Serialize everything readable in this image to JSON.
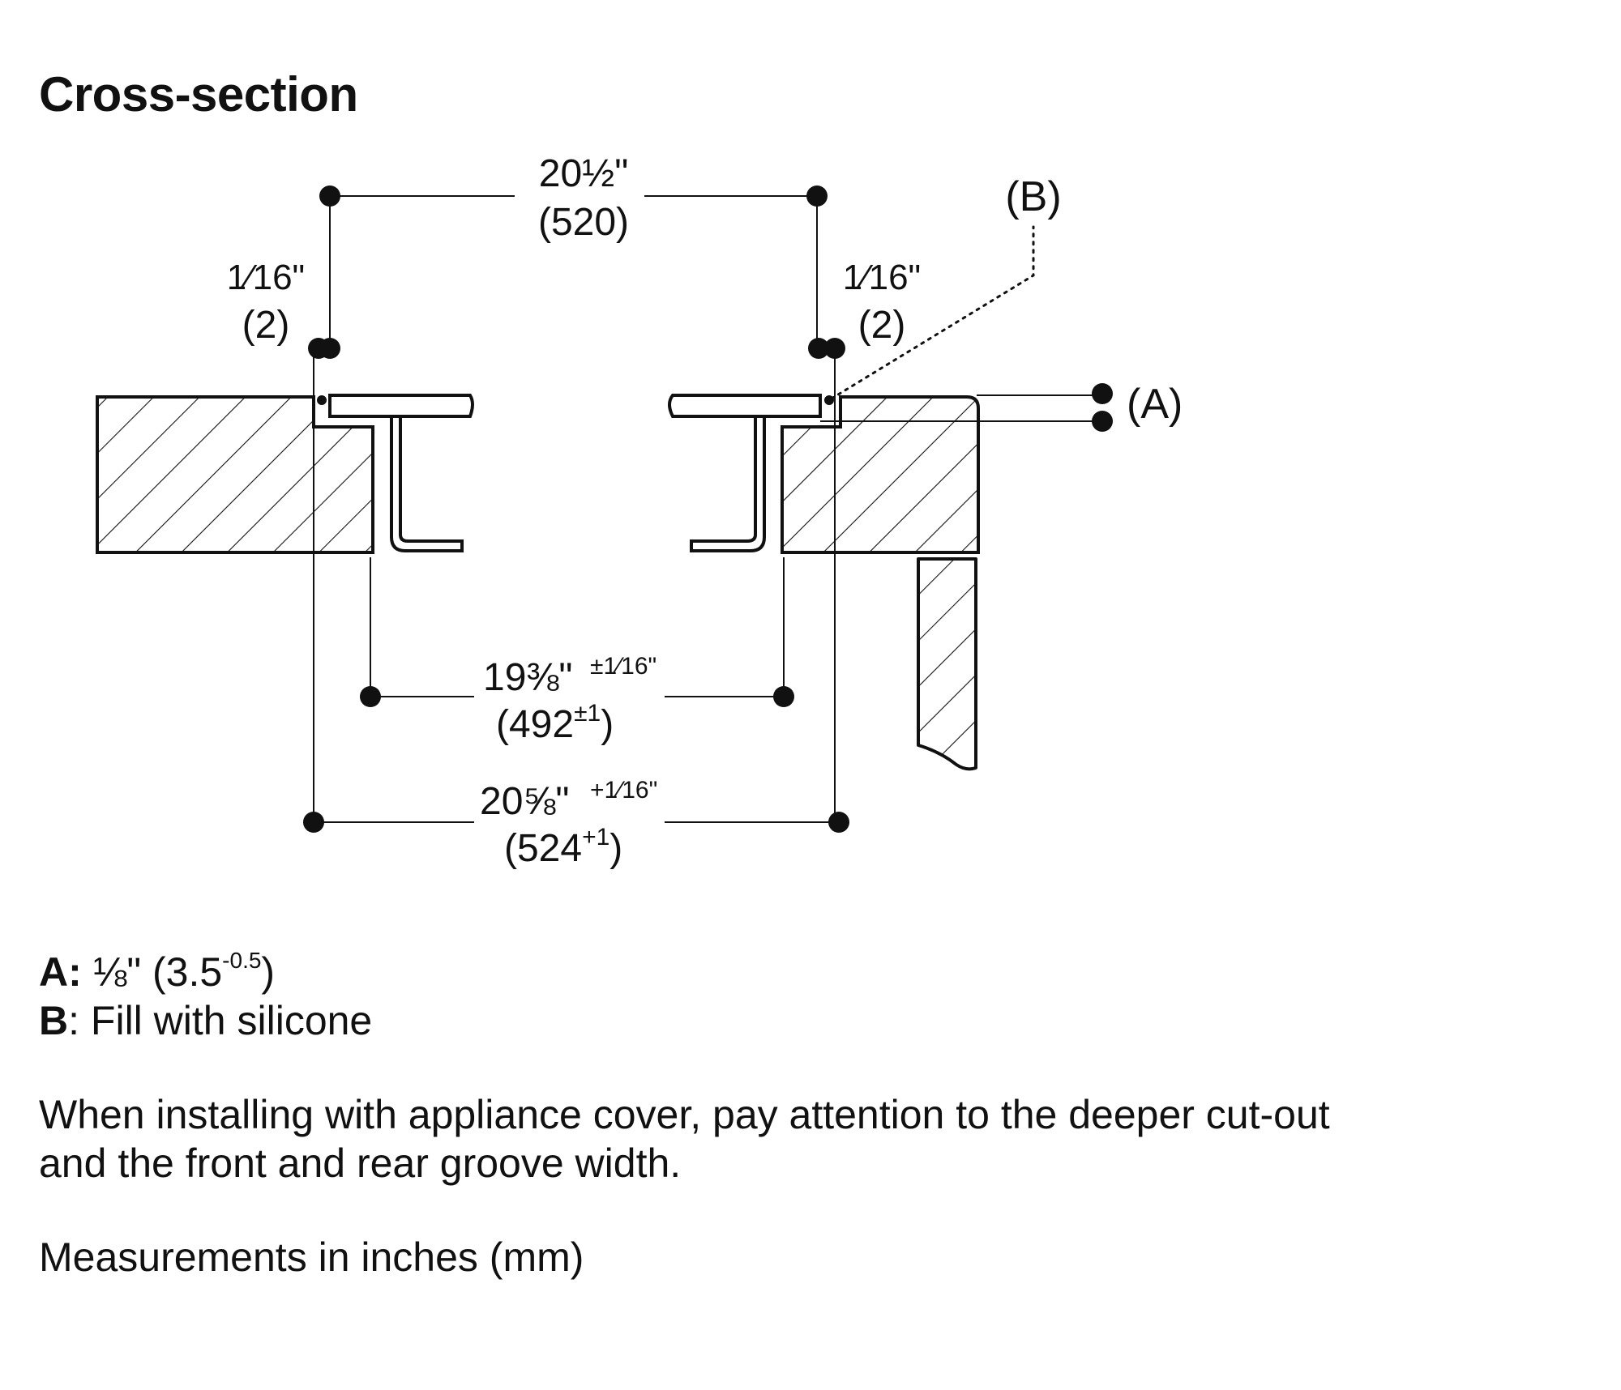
{
  "title": "Cross-section",
  "dimensions": {
    "top_width": {
      "value": "20½\"",
      "mm": "(520)"
    },
    "left_gap": {
      "value": "1⁄16\"",
      "mm": "(2)"
    },
    "right_gap": {
      "value": "1⁄16\"",
      "mm": "(2)"
    },
    "inner_width": {
      "value": "19⅜\"",
      "tolerance": "±1⁄16\"",
      "mm_open": "(492",
      "mm_tol": "±1",
      "mm_close": ")"
    },
    "cutout_width": {
      "value": "20⅝\"",
      "tolerance": "+1⁄16\"",
      "mm_open": "(524",
      "mm_tol": "+1",
      "mm_close": ")"
    }
  },
  "callouts": {
    "a": "(A)",
    "b": "(B)"
  },
  "legend": {
    "a_key": "A:",
    "a_value": "⅛\" (3.5",
    "a_tol": "-0.5",
    "a_close": ")",
    "b_key": "B",
    "b_sep": ":",
    "b_value": "Fill with silicone"
  },
  "notes": {
    "line1": "When installing with appliance cover, pay attention to the deeper cut-out",
    "line2": "and the front and rear groove width.",
    "units": "Measurements in inches (mm)"
  }
}
